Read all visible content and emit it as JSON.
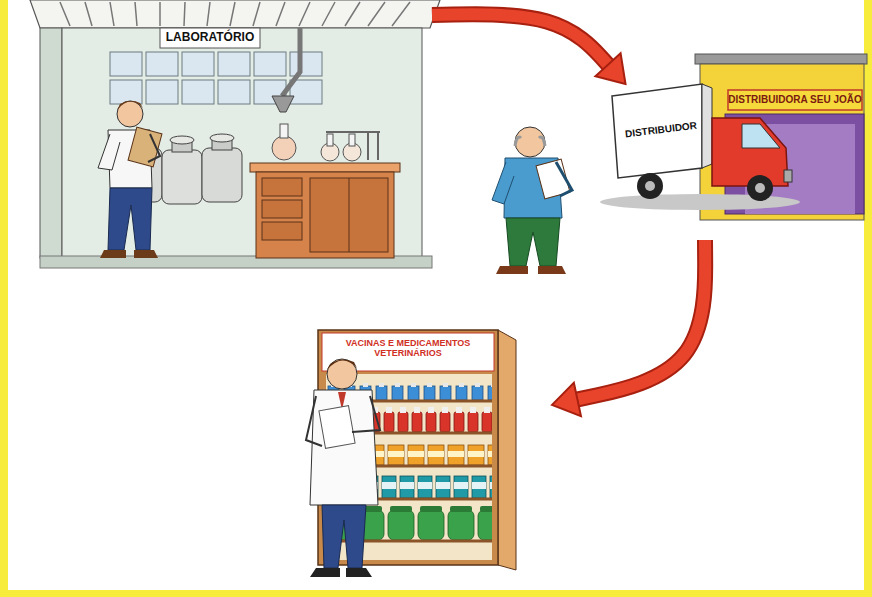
{
  "diagram": {
    "nodes": [
      {
        "text": [
          "LABORATÓRIO"
        ]
      },
      {
        "text": [
          "DISTRIBUIDORA SEU JOÃO"
        ]
      },
      {
        "text": [
          "DISTRIBUIDOR"
        ]
      },
      {
        "text": [
          "VACINAS E MEDICAMENTOS VETERINÁRIOS"
        ]
      }
    ],
    "edges": [
      {
        "from": 0,
        "to": 2,
        "arrow": "to"
      },
      {
        "from": 2,
        "to": 3,
        "arrow": "to"
      }
    ]
  }
}
